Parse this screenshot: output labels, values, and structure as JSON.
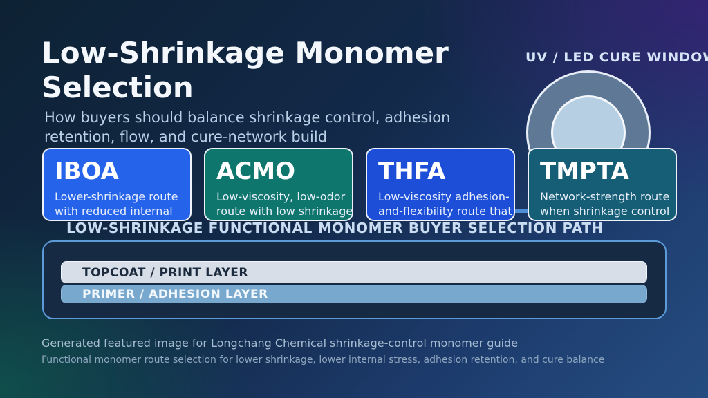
{
  "header": {
    "title": "Low-Shrinkage Monomer Selection",
    "subtitle": "How buyers should balance shrinkage control, adhesion retention, flow, and cure-network build"
  },
  "cure_window": {
    "label": "UV / LED CURE WINDOW"
  },
  "cards": [
    {
      "name": "IBOA",
      "description": "Lower-shrinkage route with reduced internal stress",
      "color": "#2563eb"
    },
    {
      "name": "ACMO",
      "description": "Low-viscosity, low-odor route with low shrinkage and",
      "color": "#0f766e"
    },
    {
      "name": "THFA",
      "description": "Low-viscosity adhesion-and-flexibility route that also",
      "color": "#1d4ed8"
    },
    {
      "name": "TMPTA",
      "description": "Network-strength route when shrinkage control",
      "color": "#155e75"
    }
  ],
  "selection_path": {
    "label": "LOW-SHRINKAGE FUNCTIONAL MONOMER BUYER SELECTION PATH",
    "layers": [
      {
        "label": "TOPCOAT / PRINT LAYER",
        "color": "#d7dee8"
      },
      {
        "label": "PRIMER / ADHESION LAYER",
        "color": "#79a8ce"
      }
    ]
  },
  "footer": {
    "caption": "Generated featured image for Longchang Chemical shrinkage-control monomer guide",
    "footnote": "Functional monomer route selection for lower shrinkage, lower internal stress, adhesion retention, and cure balance"
  }
}
